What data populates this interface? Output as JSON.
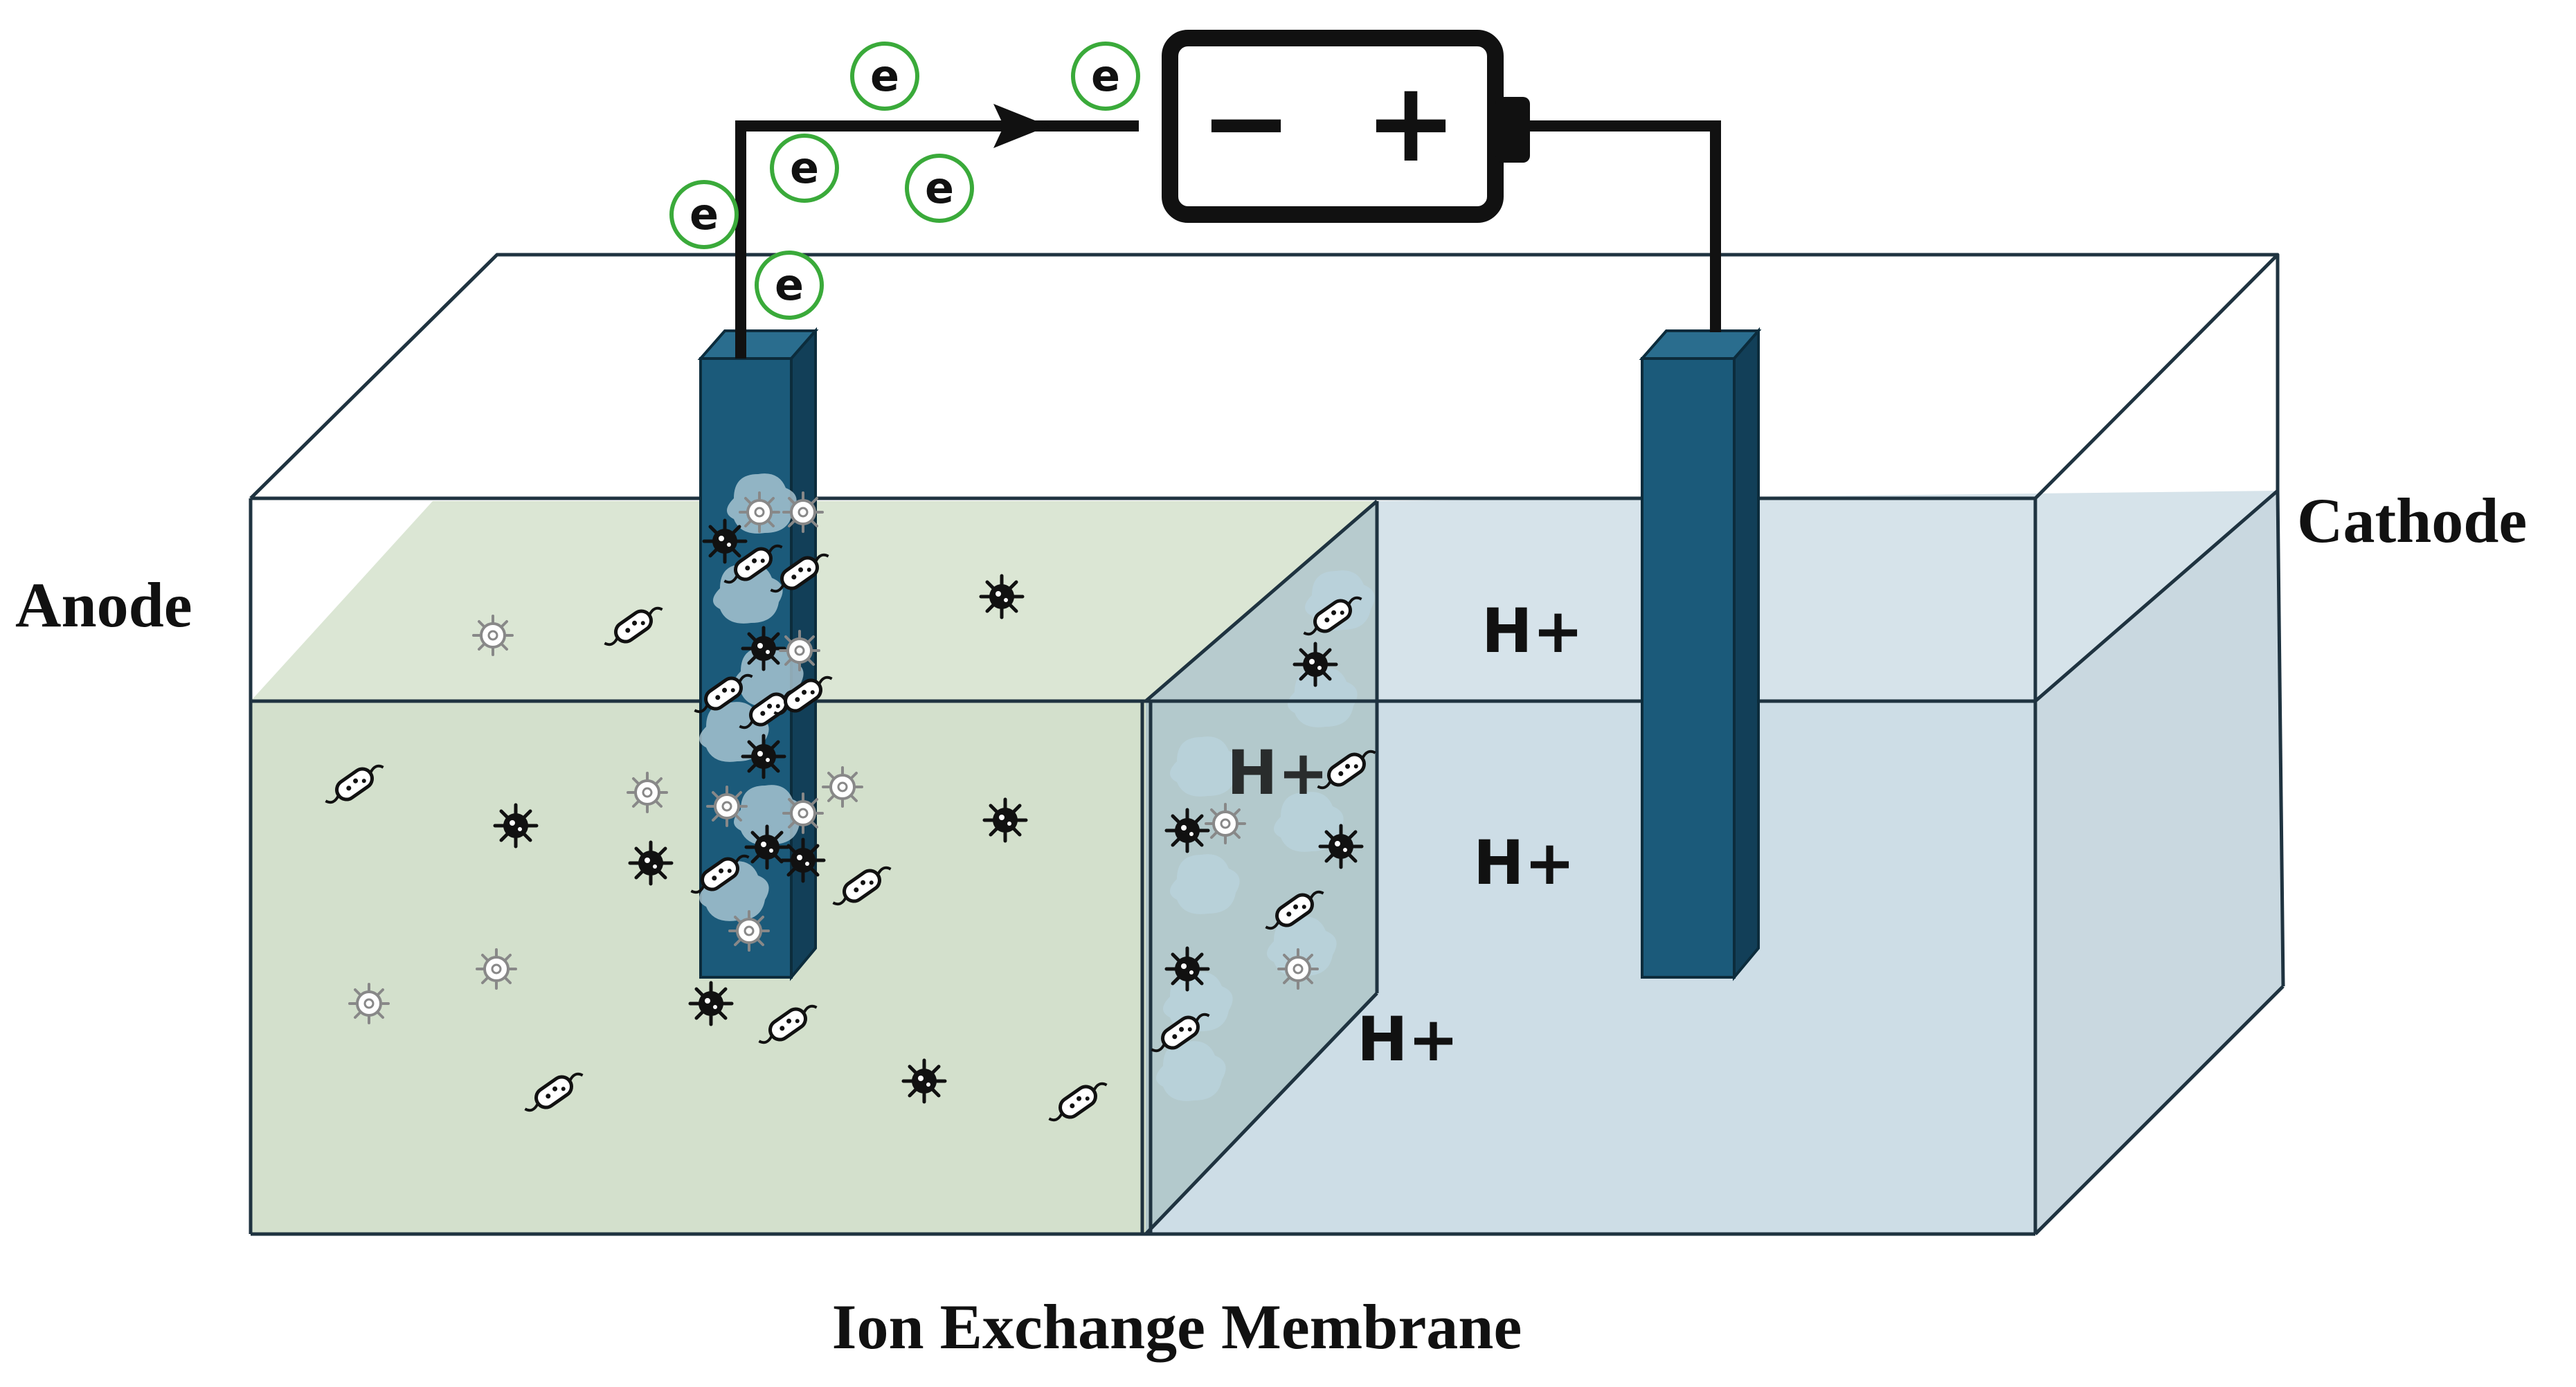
{
  "labels": {
    "anode": "Anode",
    "cathode": "Cathode",
    "membrane": "Ion Exchange Membrane"
  },
  "battery": {
    "negative": "−",
    "positive": "+"
  },
  "electrons": [
    "e",
    "e",
    "e",
    "e",
    "e",
    "e"
  ],
  "ions": [
    "H+",
    "H+",
    "H+",
    "H+"
  ],
  "colors": {
    "anode_solution": "#d3e0cc",
    "cathode_solution": "#cddde6",
    "electrode": "#1b5a7a",
    "electron_ring": "#3aaa3a",
    "wire": "#111111"
  },
  "icons": {
    "bacteria": "bacterium-icon",
    "microbe": "microbe-icon",
    "virus": "virus-outline-icon"
  }
}
